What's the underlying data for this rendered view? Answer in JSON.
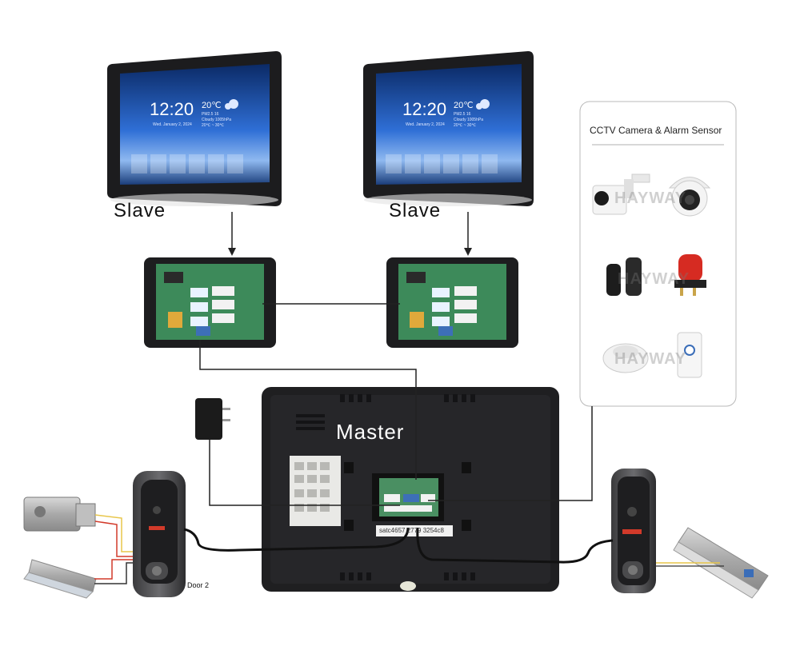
{
  "slaves": [
    {
      "label": "Slave",
      "time": "12:20",
      "temp": "20℃",
      "weather_line1": "PM2.5  16",
      "weather_line2": "Cloudy 1005hPa",
      "weather_line3": "20℃ ~ 30℃",
      "date": "Wed. January 2, 2024"
    },
    {
      "label": "Slave",
      "time": "12:20",
      "temp": "20℃",
      "weather_line1": "PM2.5  16",
      "weather_line2": "Cloudy 1005hPa",
      "weather_line3": "20℃ ~ 30℃",
      "date": "Wed. January 2, 2024"
    }
  ],
  "master": {
    "label": "Master",
    "serial": "satc4657 2779 3254c8"
  },
  "door_label": "Door 2",
  "sensor_panel": {
    "title": "CCTV Camera & Alarm Sensor",
    "watermark": "HAYWAY",
    "devices": [
      "bullet-camera",
      "dome-camera",
      "beam-sensor",
      "alarm-siren",
      "smoke-detector",
      "pir-sensor"
    ]
  },
  "colors": {
    "screen_bezel": "#1c1c1e",
    "screen_sky": "#2f6fd6",
    "board_green": "#3d8a5a",
    "lock_wire": "#e8c64a",
    "red_wire": "#d23a2a"
  }
}
